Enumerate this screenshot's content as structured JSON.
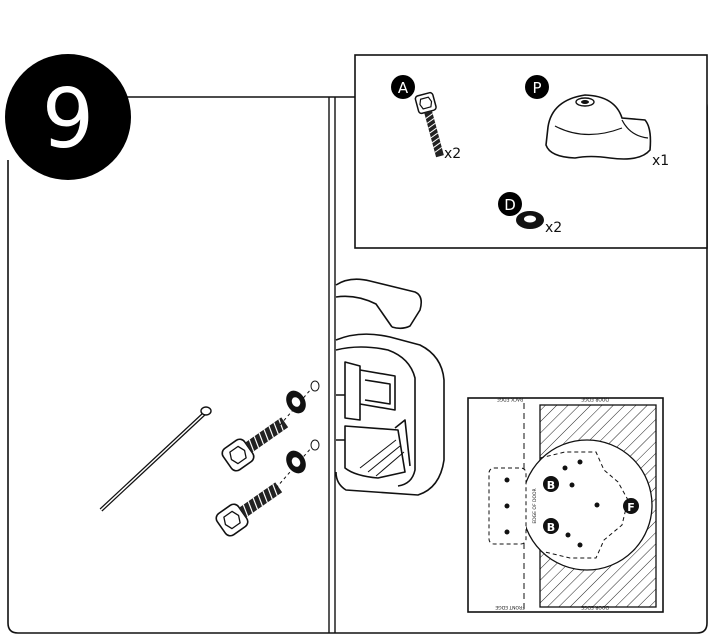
{
  "step": {
    "number": "9"
  },
  "parts": [
    {
      "letter": "A",
      "name": "screw",
      "qty": "x2"
    },
    {
      "letter": "P",
      "name": "cap",
      "qty": "x1"
    },
    {
      "letter": "D",
      "name": "washer",
      "qty": "x2"
    }
  ],
  "template": {
    "markers": [
      "B",
      "B",
      "F"
    ],
    "header_left": "BACK EDGE",
    "header_right": "DOOR EDGE",
    "footer_left": "FRONT EDGE",
    "footer_right": "DOOR EDGE",
    "side_label": "EDGE OF DOOR"
  },
  "colors": {
    "ink": "#111111",
    "badge": "#000000",
    "paper": "#ffffff"
  }
}
